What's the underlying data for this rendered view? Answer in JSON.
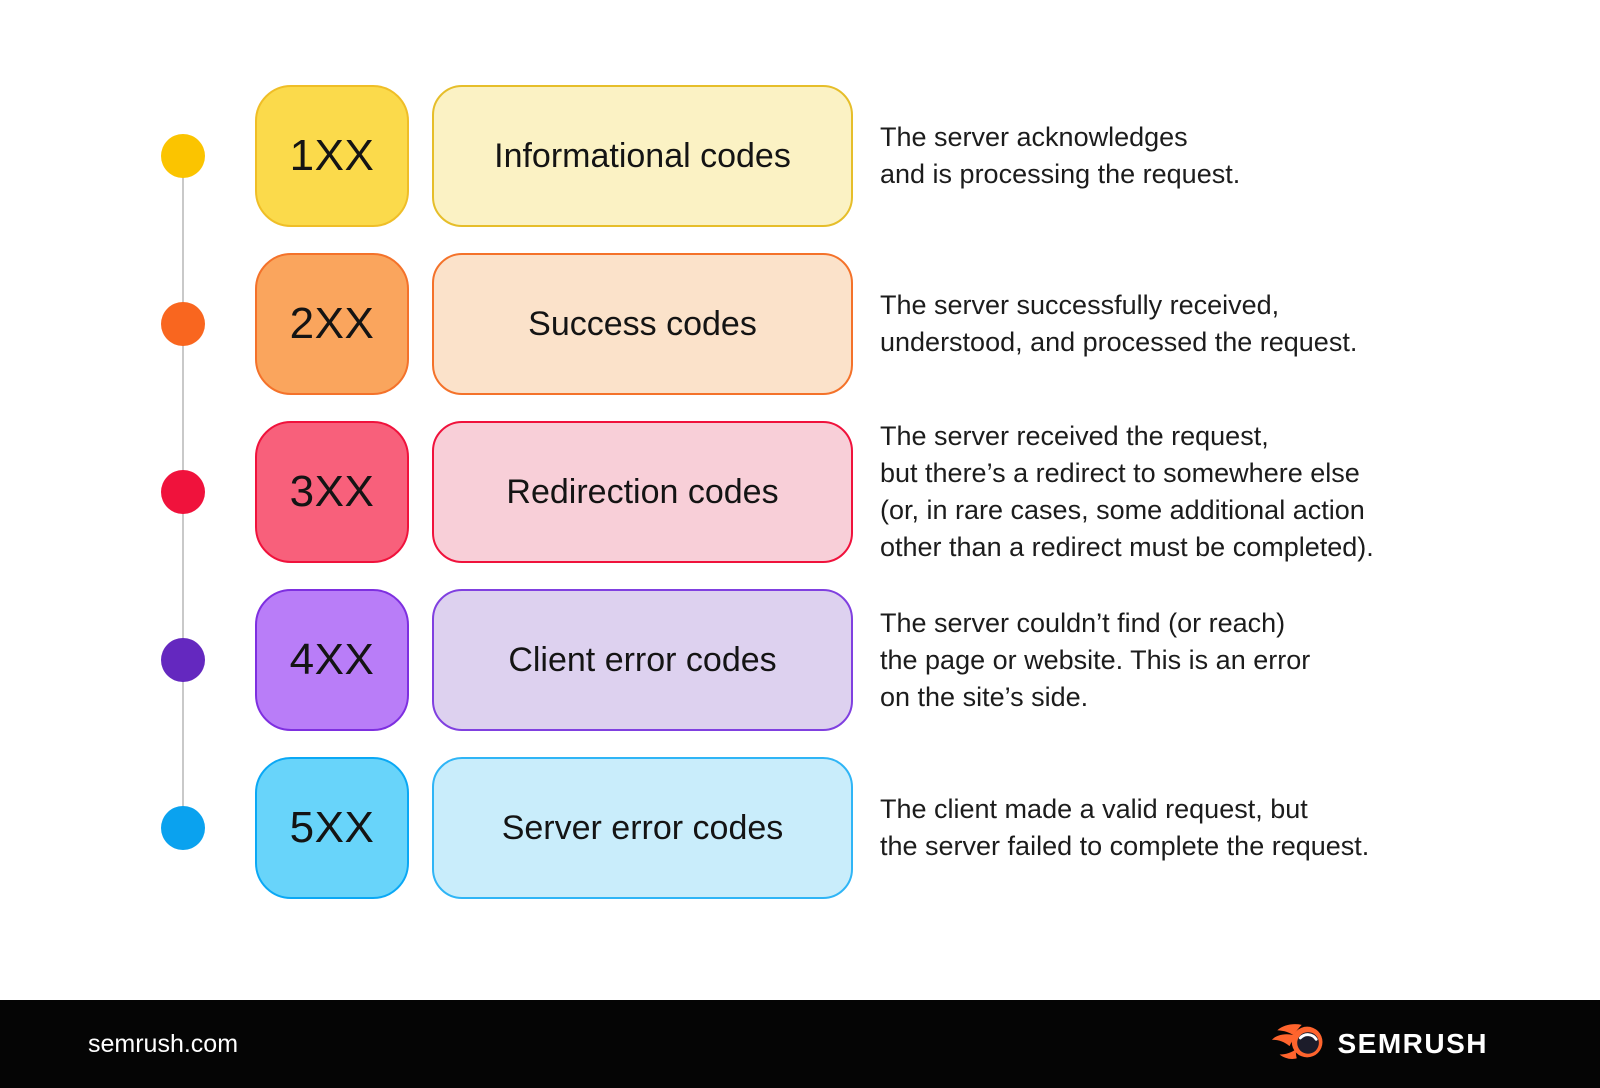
{
  "rows": [
    {
      "code": "1XX",
      "label": "Informational codes",
      "description": "The server acknowledges\nand is processing the request.",
      "colors": {
        "dot": "#FBC400",
        "code_fill": "#FBDA4B",
        "code_border": "#EFBE27",
        "label_fill": "#FBF2C4",
        "label_border": "#E6BE2A"
      }
    },
    {
      "code": "2XX",
      "label": "Success codes",
      "description": "The server successfully received,\nunderstood, and processed the request.",
      "colors": {
        "dot": "#F9661F",
        "code_fill": "#FAA55D",
        "code_border": "#F4722A",
        "label_fill": "#FBE2CA",
        "label_border": "#F4722A"
      }
    },
    {
      "code": "3XX",
      "label": "Redirection codes",
      "description": "The server received the request,\nbut there’s a redirect to somewhere else\n(or, in rare cases, some additional action\nother than a redirect must be completed).",
      "colors": {
        "dot": "#F0123C",
        "code_fill": "#F8607B",
        "code_border": "#F0123C",
        "label_fill": "#F8CFD8",
        "label_border": "#F0123C"
      }
    },
    {
      "code": "4XX",
      "label": "Client error codes",
      "description": "The server couldn’t find (or reach)\nthe page or website. This is an error\non the site’s side.",
      "colors": {
        "dot": "#6428BF",
        "code_fill": "#B97DF8",
        "code_border": "#7E2FE0",
        "label_fill": "#DDD1EF",
        "label_border": "#8040E0"
      }
    },
    {
      "code": "5XX",
      "label": "Server error codes",
      "description": "The client made a valid request, but\nthe server failed to complete the request.",
      "colors": {
        "dot": "#0AA2EF",
        "code_fill": "#68D4FA",
        "code_border": "#0AA8F5",
        "label_fill": "#C9EDFB",
        "label_border": "#2FB5F6"
      }
    }
  ],
  "footer": {
    "site": "semrush.com",
    "brand": "SEMRUSH",
    "background": "#050505",
    "logo_color": "#FF642D",
    "logo_icon": "semrush-comet-icon"
  }
}
